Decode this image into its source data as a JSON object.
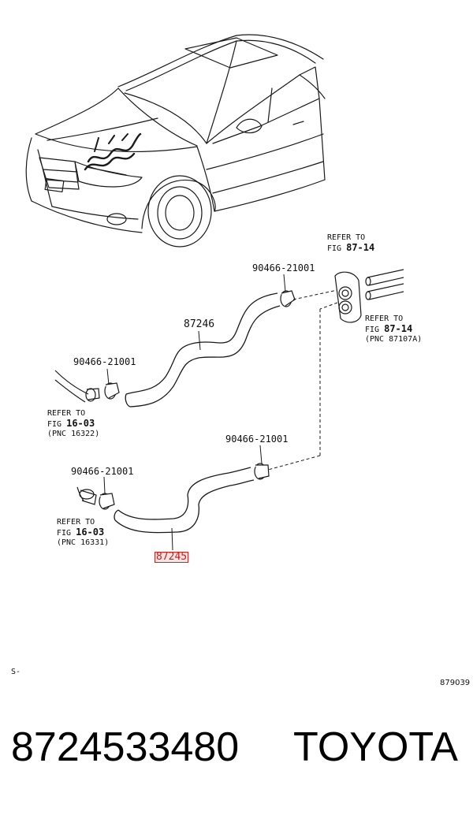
{
  "labels": {
    "clamp_top": "90466-21001",
    "clamp_left_upper": "90466-21001",
    "clamp_mid_right": "90466-21001",
    "clamp_left_lower": "90466-21001",
    "hose_upper": "87246",
    "hose_lower": "87245"
  },
  "refs": {
    "top_right_a": {
      "line1": "REFER TO",
      "fig": "FIG",
      "num": "87-14"
    },
    "top_right_b": {
      "line1": "REFER TO",
      "fig": "FIG",
      "num": "87-14",
      "pnc": "(PNC 87107A)"
    },
    "left_upper": {
      "line1": "REFER TO",
      "fig": "FIG",
      "num": "16-03",
      "pnc": "(PNC 16322)"
    },
    "left_lower": {
      "line1": "REFER TO",
      "fig": "FIG",
      "num": "16-03",
      "pnc": "(PNC 16331)"
    }
  },
  "corner": {
    "left": "S-",
    "right": "879039"
  },
  "footer": {
    "part_number": "8724533480",
    "brand": "TOYOTA"
  },
  "colors": {
    "line": "#1a1a1a",
    "highlight": "#e0201a"
  }
}
